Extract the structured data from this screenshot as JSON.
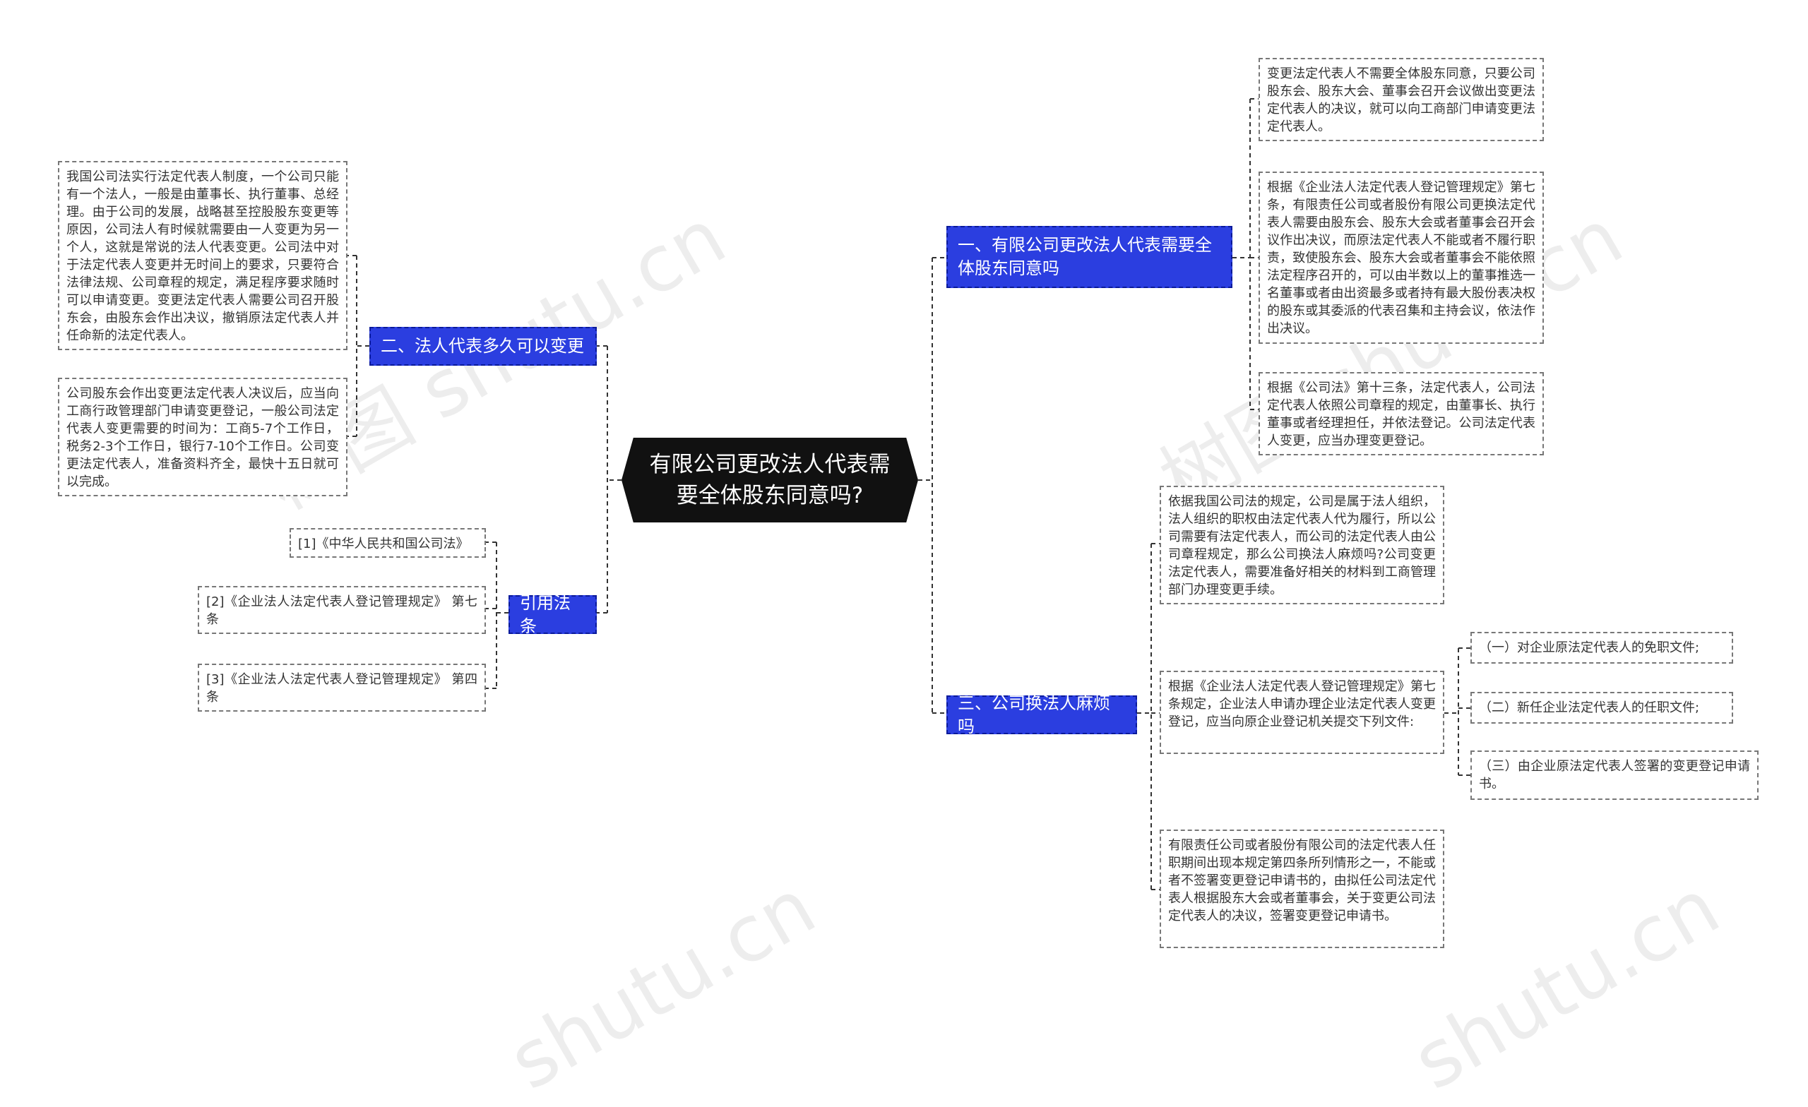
{
  "root": {
    "label": "有限公司更改法人代表需要全体股东同意吗?"
  },
  "branches": {
    "b1": {
      "label": "一、有限公司更改法人代表需要全体股东同意吗",
      "leaves": [
        "变更法定代表人不需要全体股东同意，只要公司股东会、股东大会、董事会召开会议做出变更法定代表人的决议，就可以向工商部门申请变更法定代表人。",
        "根据《企业法人法定代表人登记管理规定》第七条，有限责任公司或者股份有限公司更换法定代表人需要由股东会、股东大会或者董事会召开会议作出决议，而原法定代表人不能或者不履行职责，致使股东会、股东大会或者董事会不能依照法定程序召开的，可以由半数以上的董事推选一名董事或者由出资最多或者持有最大股份表决权的股东或其委派的代表召集和主持会议，依法作出决议。",
        "根据《公司法》第十三条，法定代表人，公司法定代表人依照公司章程的规定，由董事长、执行董事或者经理担任，并依法登记。公司法定代表人变更，应当办理变更登记。"
      ]
    },
    "b2": {
      "label": "二、法人代表多久可以变更",
      "leaves": [
        "我国公司法实行法定代表人制度，一个公司只能有一个法人，一般是由董事长、执行董事、总经理。由于公司的发展，战略甚至控股股东变更等原因，公司法人有时候就需要由一人变更为另一个人，这就是常说的法人代表变更。公司法中对于法定代表人变更并无时间上的要求，只要符合法律法规、公司章程的规定，满足程序要求随时可以申请变更。变更法定代表人需要公司召开股东会，由股东会作出决议，撤销原法定代表人并任命新的法定代表人。",
        "公司股东会作出变更法定代表人决议后，应当向工商行政管理部门申请变更登记，一般公司法定代表人变更需要的时间为：工商5-7个工作日，税务2-3个工作日，银行7-10个工作日。公司变更法定代表人，准备资料齐全，最快十五日就可以完成。"
      ]
    },
    "b3": {
      "label": "引用法条",
      "leaves": [
        "[1]《中华人民共和国公司法》",
        "[2]《企业法人法定代表人登记管理规定》 第七条",
        "[3]《企业法人法定代表人登记管理规定》 第四条"
      ]
    },
    "b4": {
      "label": "三、公司换法人麻烦吗",
      "leaves": [
        "依据我国公司法的规定，公司是属于法人组织，法人组织的职权由法定代表人代为履行，所以公司需要有法定代表人，而公司的法定代表人由公司章程规定，那么公司换法人麻烦吗?公司变更法定代表人，需要准备好相关的材料到工商管理部门办理变更手续。",
        "根据《企业法人法定代表人登记管理规定》第七条规定，企业法人申请办理企业法定代表人变更登记，应当向原企业登记机关提交下列文件:",
        "有限责任公司或者股份有限公司的法定代表人任职期间出现本规定第四条所列情形之一，不能或者不签署变更登记申请书的，由拟任公司法定代表人根据股东大会或者董事会，关于变更公司法定代表人的决议，签署变更登记申请书。"
      ],
      "subleaves": [
        "（一）对企业原法定代表人的免职文件;",
        "（二）新任企业法定代表人的任职文件;",
        "（三）由企业原法定代表人签署的变更登记申请书。"
      ]
    }
  },
  "watermarks": [
    "树图 shutu.cn",
    "树图 shutu.cn",
    "shutu.cn",
    "shutu.cn"
  ]
}
